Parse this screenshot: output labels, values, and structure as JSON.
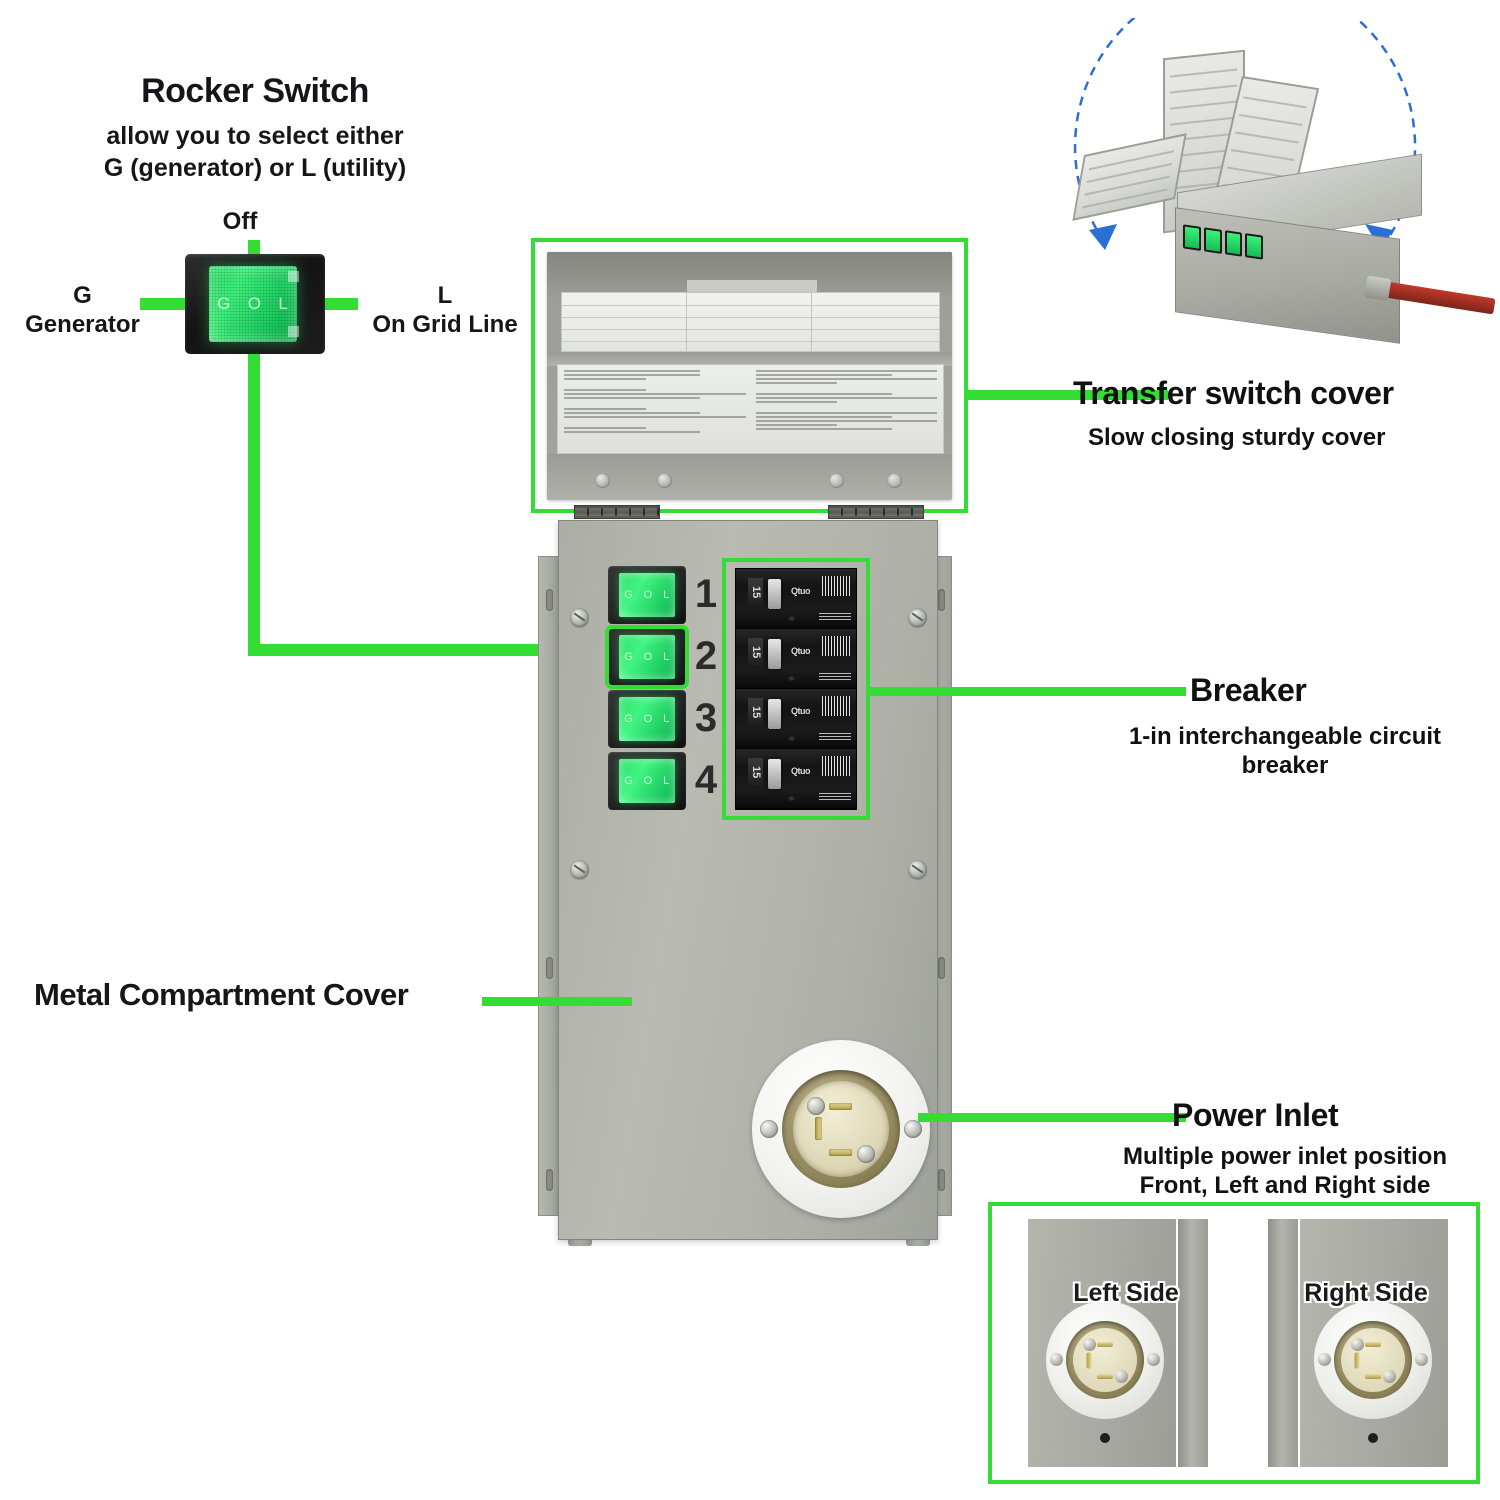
{
  "accent_green": "#33dd33",
  "rocker_callout": {
    "title": "Rocker Switch",
    "subtitle": "allow you to select either\nG (generator) or L (utility)",
    "positions": {
      "off": "Off",
      "left_line1": "G",
      "left_line2": "Generator",
      "right_line1": "L",
      "right_line2": "On Grid Line"
    },
    "switch_glyphs": [
      "G",
      "O",
      "L"
    ]
  },
  "transfer_switch_cover": {
    "title": "Transfer switch cover",
    "subtitle": "Slow closing sturdy cover"
  },
  "breaker_callout": {
    "title": "Breaker",
    "subtitle": "1-in interchangeable circuit\nbreaker"
  },
  "power_inlet_callout": {
    "title": "Power Inlet",
    "subtitle": "Multiple power inlet position\nFront, Left and Right side"
  },
  "metal_cover_callout": {
    "title": "Metal Compartment Cover"
  },
  "panel": {
    "circuit_numbers": [
      "1",
      "2",
      "3",
      "4"
    ],
    "selected_circuit": "2",
    "switches": [
      {
        "glyphs": [
          "G",
          "O",
          "L"
        ],
        "selected": false
      },
      {
        "glyphs": [
          "G",
          "O",
          "L"
        ],
        "selected": true
      },
      {
        "glyphs": [
          "G",
          "O",
          "L"
        ],
        "selected": false
      },
      {
        "glyphs": [
          "G",
          "O",
          "L"
        ],
        "selected": false
      }
    ],
    "breakers": [
      {
        "amperage": "15",
        "brand": "Qtuo"
      },
      {
        "amperage": "15",
        "brand": "Qtuo"
      },
      {
        "amperage": "15",
        "brand": "Qtuo"
      },
      {
        "amperage": "15",
        "brand": "Qtuo"
      }
    ]
  },
  "side_inset": {
    "left_label": "Left Side",
    "right_label": "Right Side"
  }
}
